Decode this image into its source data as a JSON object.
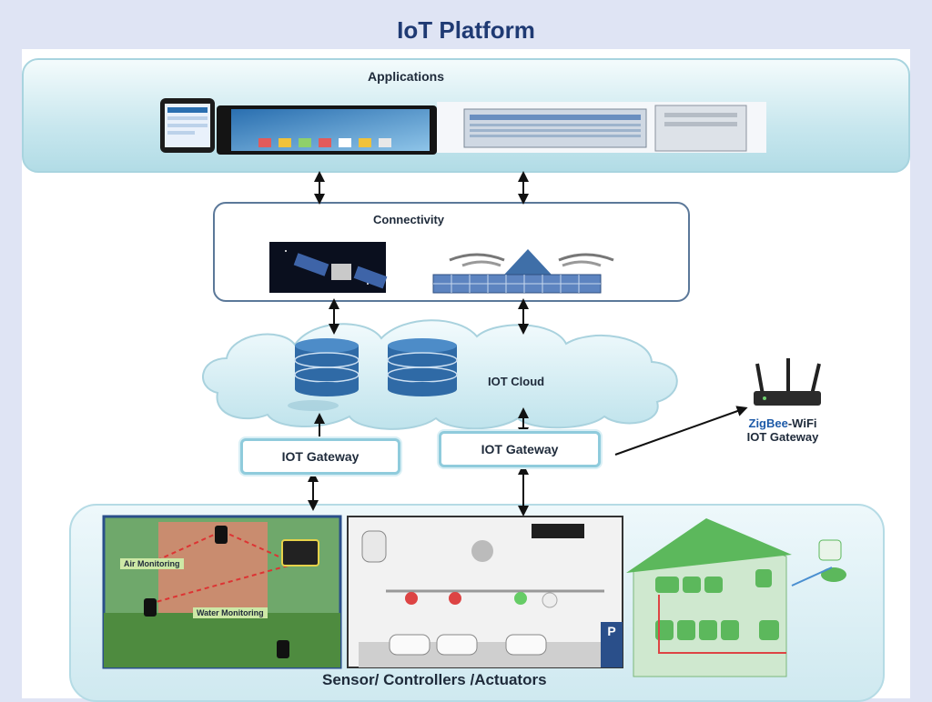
{
  "title": "IoT Platform",
  "layers": {
    "applications": "Applications",
    "connectivity": "Connectivity",
    "cloud": "IOT Cloud",
    "gateway_left": "IOT Gateway",
    "gateway_right": "IOT Gateway",
    "sensors": "Sensor/ Controllers /Actuators"
  },
  "zigbee": {
    "brand": "ZigBee",
    "suffix": "-WiFi",
    "line2": "IOT Gateway"
  },
  "panel_labels": {
    "air": "Air Monitoring",
    "water": "Water Monitoring"
  },
  "parking_display": "P",
  "icons": [
    "smartphone-icon",
    "tablet-icon",
    "server-icon",
    "satellite-icon",
    "antenna-array-icon",
    "database-icon",
    "router-icon",
    "house-icon",
    "car-icon"
  ],
  "colors": {
    "title": "#1f3a73",
    "band_blue": "#b2dce6",
    "gateway_border": "#8fcbdc",
    "database": "#2f6aa6",
    "house": "#5cb85c"
  }
}
